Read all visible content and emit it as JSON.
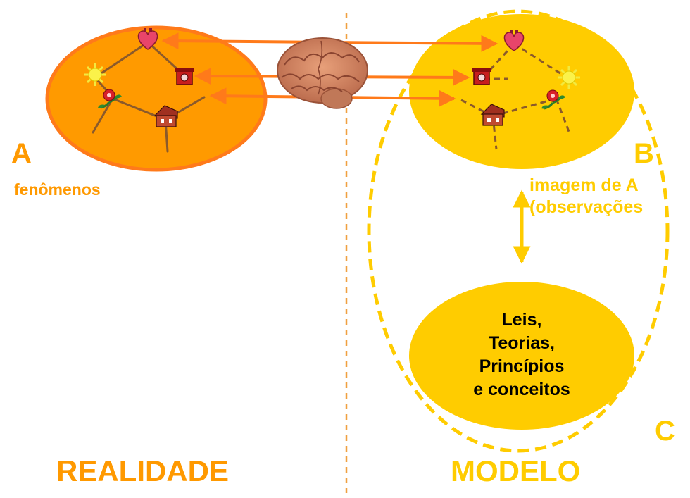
{
  "labels": {
    "a": "A",
    "b": "B",
    "c": "C",
    "fenomenos": "fenômenos",
    "imagem_line1": "imagem de A",
    "imagem_line2": "(observações",
    "realidade": "REALIDADE",
    "modelo": "MODELO"
  },
  "theory_lines": [
    "Leis,",
    "Teorias,",
    "Princípios",
    "e conceitos"
  ],
  "icons": [
    "heart-icon",
    "sun-icon",
    "flower-icon",
    "telephone-icon",
    "house-icon",
    "brain-icon"
  ],
  "colors": {
    "reality_fill": "#ff9a00",
    "reality_stroke": "#ff7a1a",
    "model_fill": "#ffcc00",
    "orange_text": "#ff9900",
    "yellow_text": "#ffcc00",
    "arrow_orange": "#ff7a1a",
    "arrow_yellow": "#ffcc00",
    "line_brown": "#8b5a2b",
    "divider": "#f0a040"
  }
}
